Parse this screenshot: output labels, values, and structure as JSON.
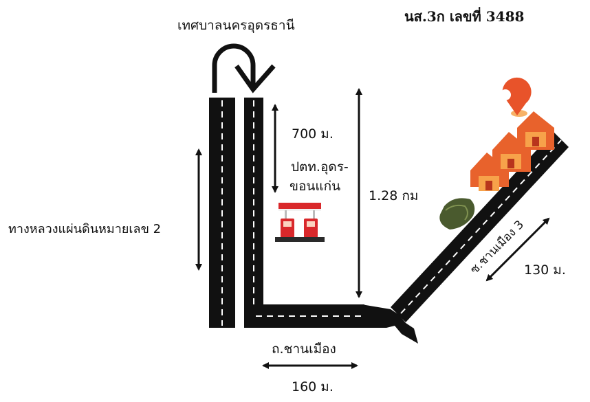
{
  "header": {
    "document_number": "นส.3ก เลขที่ 3488",
    "municipality": "เทศบาลนครอุดรธานี"
  },
  "roads": {
    "highway": "ทางหลวงแผ่นดินหมายเลข 2",
    "street": "ถ.ชานเมือง",
    "soi": "ซ.ชานเมือง 3"
  },
  "landmark": {
    "gas_station_line1": "ปตท.อุดร-",
    "gas_station_line2": "ขอนแก่น",
    "gas_station_icon": "gas-station-icon",
    "location_icon": "location-pin-icon",
    "house_icon": "house-icon",
    "tree_icon": "tree-icon"
  },
  "distances": {
    "highway_to_gas": "700 ม.",
    "total_vertical": "1.28 กม",
    "street_segment": "160 ม.",
    "soi_segment": "130 ม."
  },
  "colors": {
    "road": "#111111",
    "lane_mark": "#ffffff",
    "roof": "#e8622c",
    "wall": "#f7a24a",
    "pin": "#e8532a",
    "gas_red": "#d9282b"
  }
}
